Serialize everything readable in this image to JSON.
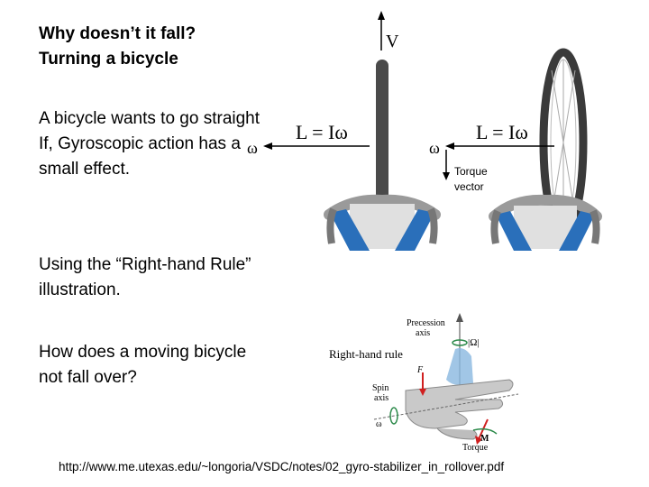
{
  "title": {
    "line1": "Why doesn’t it fall?",
    "line2": "Turning a bicycle"
  },
  "paragraphs": {
    "p1": "A bicycle wants to go straight",
    "p1b": "If, Gyroscopic action has a small effect.",
    "p2": "Using the “Right-hand Rule” illustration.",
    "p3": "How does a moving bicycle not fall over?"
  },
  "figure_top": {
    "v_label": "V",
    "omega_left": "ω",
    "eq_left": "L = Iω",
    "omega_right": "ω",
    "eq_right": "L = Iω",
    "torque_label_1": "Torque",
    "torque_label_2": "vector"
  },
  "figure_rhr": {
    "title": "Right-hand rule",
    "precession_1": "Precession",
    "precession_2": "axis",
    "omega_mag": "|Ω|",
    "spin_1": "Spin",
    "spin_2": "axis",
    "torque_symbol": "M",
    "torque_word": "Torque",
    "f_label": "F",
    "omega_small": "ω"
  },
  "source_url": "http://www.me.utexas.edu/~longoria/VSDC/notes/02_gyro-stabilizer_in_rollover.pdf"
}
